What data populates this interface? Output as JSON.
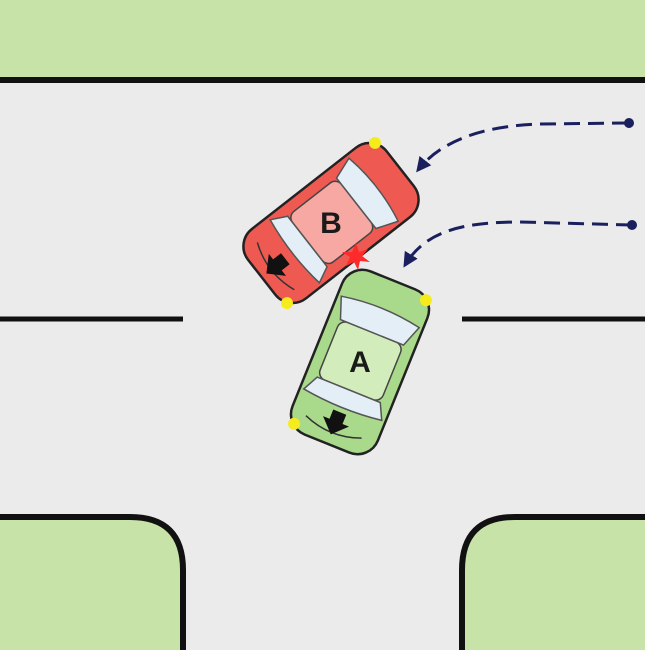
{
  "colors": {
    "grass": "#c8e3a8",
    "road": "#ebebeb",
    "curb": "#111111",
    "path_arrow": "#1a1f5e",
    "car_a_body": "#a9d98a",
    "car_a_roof": "#d2edbb",
    "car_b_body": "#ee5a52",
    "car_b_roof": "#f7a8a2",
    "window": "#e4eef6",
    "headlight": "#f5ec1e",
    "impact": "#ff2a2a"
  },
  "vehicles": [
    {
      "id": "car-a",
      "label": "A",
      "direction_icon": "arrow-down-icon"
    },
    {
      "id": "car-b",
      "label": "B",
      "direction_icon": "arrow-left-icon"
    }
  ],
  "paths": [
    {
      "vehicle": "B",
      "style": "dashed-arrow",
      "icon": "path-arrow-icon"
    },
    {
      "vehicle": "A",
      "style": "dashed-arrow",
      "icon": "path-arrow-icon"
    }
  ],
  "impact": {
    "icon": "impact-star-icon"
  }
}
